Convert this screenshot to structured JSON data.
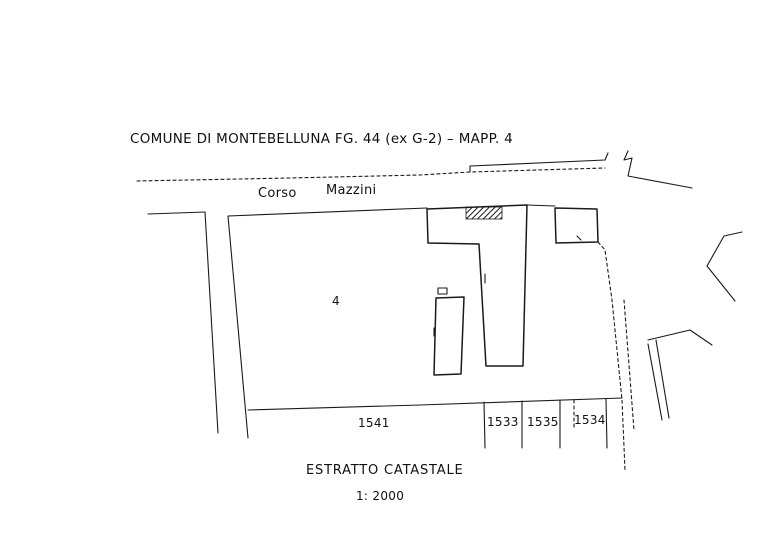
{
  "map": {
    "title": "COMUNE DI MONTEBELLUNA  FG. 44 (ex G-2) – MAPP. 4",
    "street": {
      "word1": "Corso",
      "word2": "Mazzini"
    },
    "parcel_main": "4",
    "parcels_bottom": [
      "1541",
      "1533",
      "1535",
      "1534"
    ],
    "extract_title": "ESTRATTO  CATASTALE",
    "scale": "1: 2000"
  }
}
